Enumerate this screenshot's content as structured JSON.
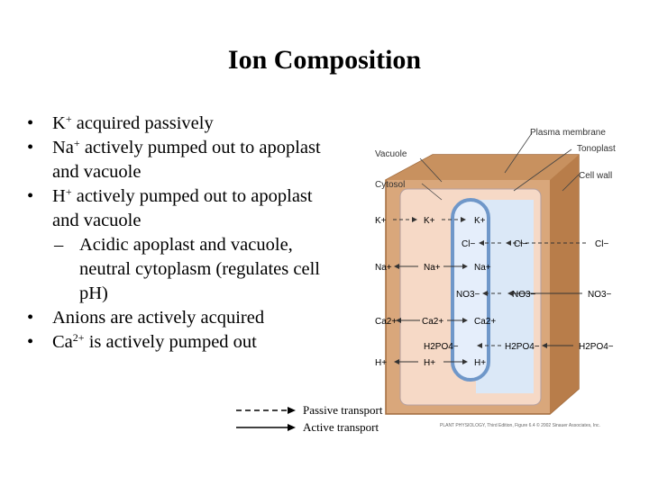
{
  "title": "Ion Composition",
  "bullets": [
    {
      "pre": "K",
      "sup": "+",
      "post": " acquired passively"
    },
    {
      "pre": "Na",
      "sup": "+",
      "post": " actively pumped out to apoplast",
      "cont": "and vacuole"
    },
    {
      "pre": "H",
      "sup": "+",
      "post": " actively pumped out to apoplast",
      "cont": "and vacuole"
    },
    {
      "pre": "Anions are actively acquired"
    },
    {
      "pre": "Ca",
      "sup": "2+",
      "post": " is actively pumped out"
    }
  ],
  "sub_bullet": [
    "Acidic apoplast and vacuole,",
    "neutral cytoplasm (regulates cell",
    "pH)"
  ],
  "legend": {
    "passive": "Passive transport",
    "active": "Active transport"
  },
  "figure": {
    "labels": {
      "plasma_membrane": "Plasma membrane",
      "tonoplast": "Tonoplast",
      "vacuole": "Vacuole",
      "cell_wall": "Cell wall",
      "cytosol": "Cytosol"
    },
    "ions": {
      "k_out": "K+",
      "k_cyt": "K+",
      "k_vac": "K+",
      "cl_cyt": "Cl−",
      "cl_vac": "Cl−",
      "cl_out": "Cl−",
      "na_out": "Na+",
      "na_cyt": "Na+",
      "na_vac": "Na+",
      "no3_cyt": "NO3−",
      "no3_vac": "NO3−",
      "no3_out": "NO3−",
      "ca_out": "Ca2+",
      "ca_cyt": "Ca2+",
      "ca_vac": "Ca2+",
      "h2po4_cyt": "H2PO4−",
      "h2po4_vac": "H2PO4−",
      "h2po4_out": "H2PO4−",
      "h_out": "H+",
      "h_cyt": "H+",
      "h_vac": "H+"
    },
    "credit": "PLANT PHYSIOLOGY, Third Edition, Figure 6.4 © 2002 Sinauer Associates, Inc."
  }
}
